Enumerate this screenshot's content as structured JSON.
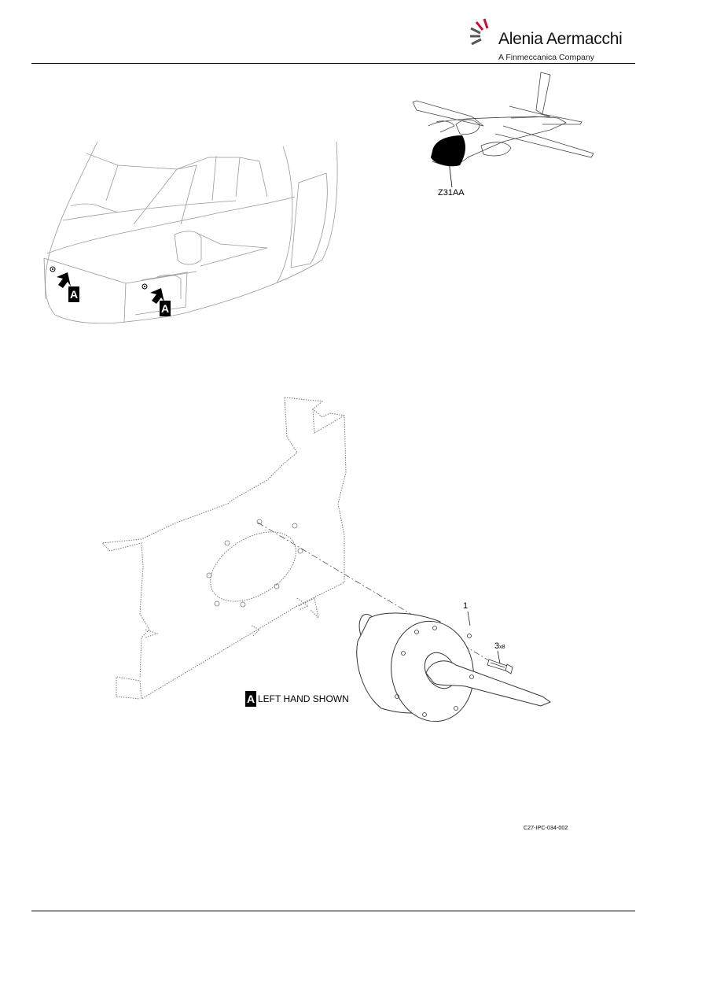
{
  "header": {
    "brand": "Alenia Aermacchi",
    "tagline": "A Finmeccanica Company"
  },
  "zone_label": "Z31AA",
  "view_letter": "A",
  "view_note": "LEFT HAND SHOWN",
  "item_callouts": {
    "item1": "1",
    "item3": "3",
    "item3_qty": "x8"
  },
  "figure_ref": "C27-IPC-034-002"
}
